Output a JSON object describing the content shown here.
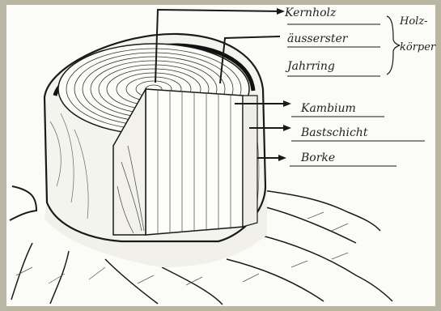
{
  "diagram": {
    "labels": {
      "kernholz": "Kernholz",
      "aeusserster_jahrring_1": "äusserster",
      "aeusserster_jahrring_2": "Jahrring",
      "holzkoerper_1": "Holz-",
      "holzkoerper_2": "körper",
      "kambium": "Kambium",
      "bastschicht": "Bastschicht",
      "borke": "Borke"
    },
    "colors": {
      "paper": "#fbfbf7",
      "frame": "#b9b6a4",
      "ink": "#1a1a1a"
    }
  }
}
